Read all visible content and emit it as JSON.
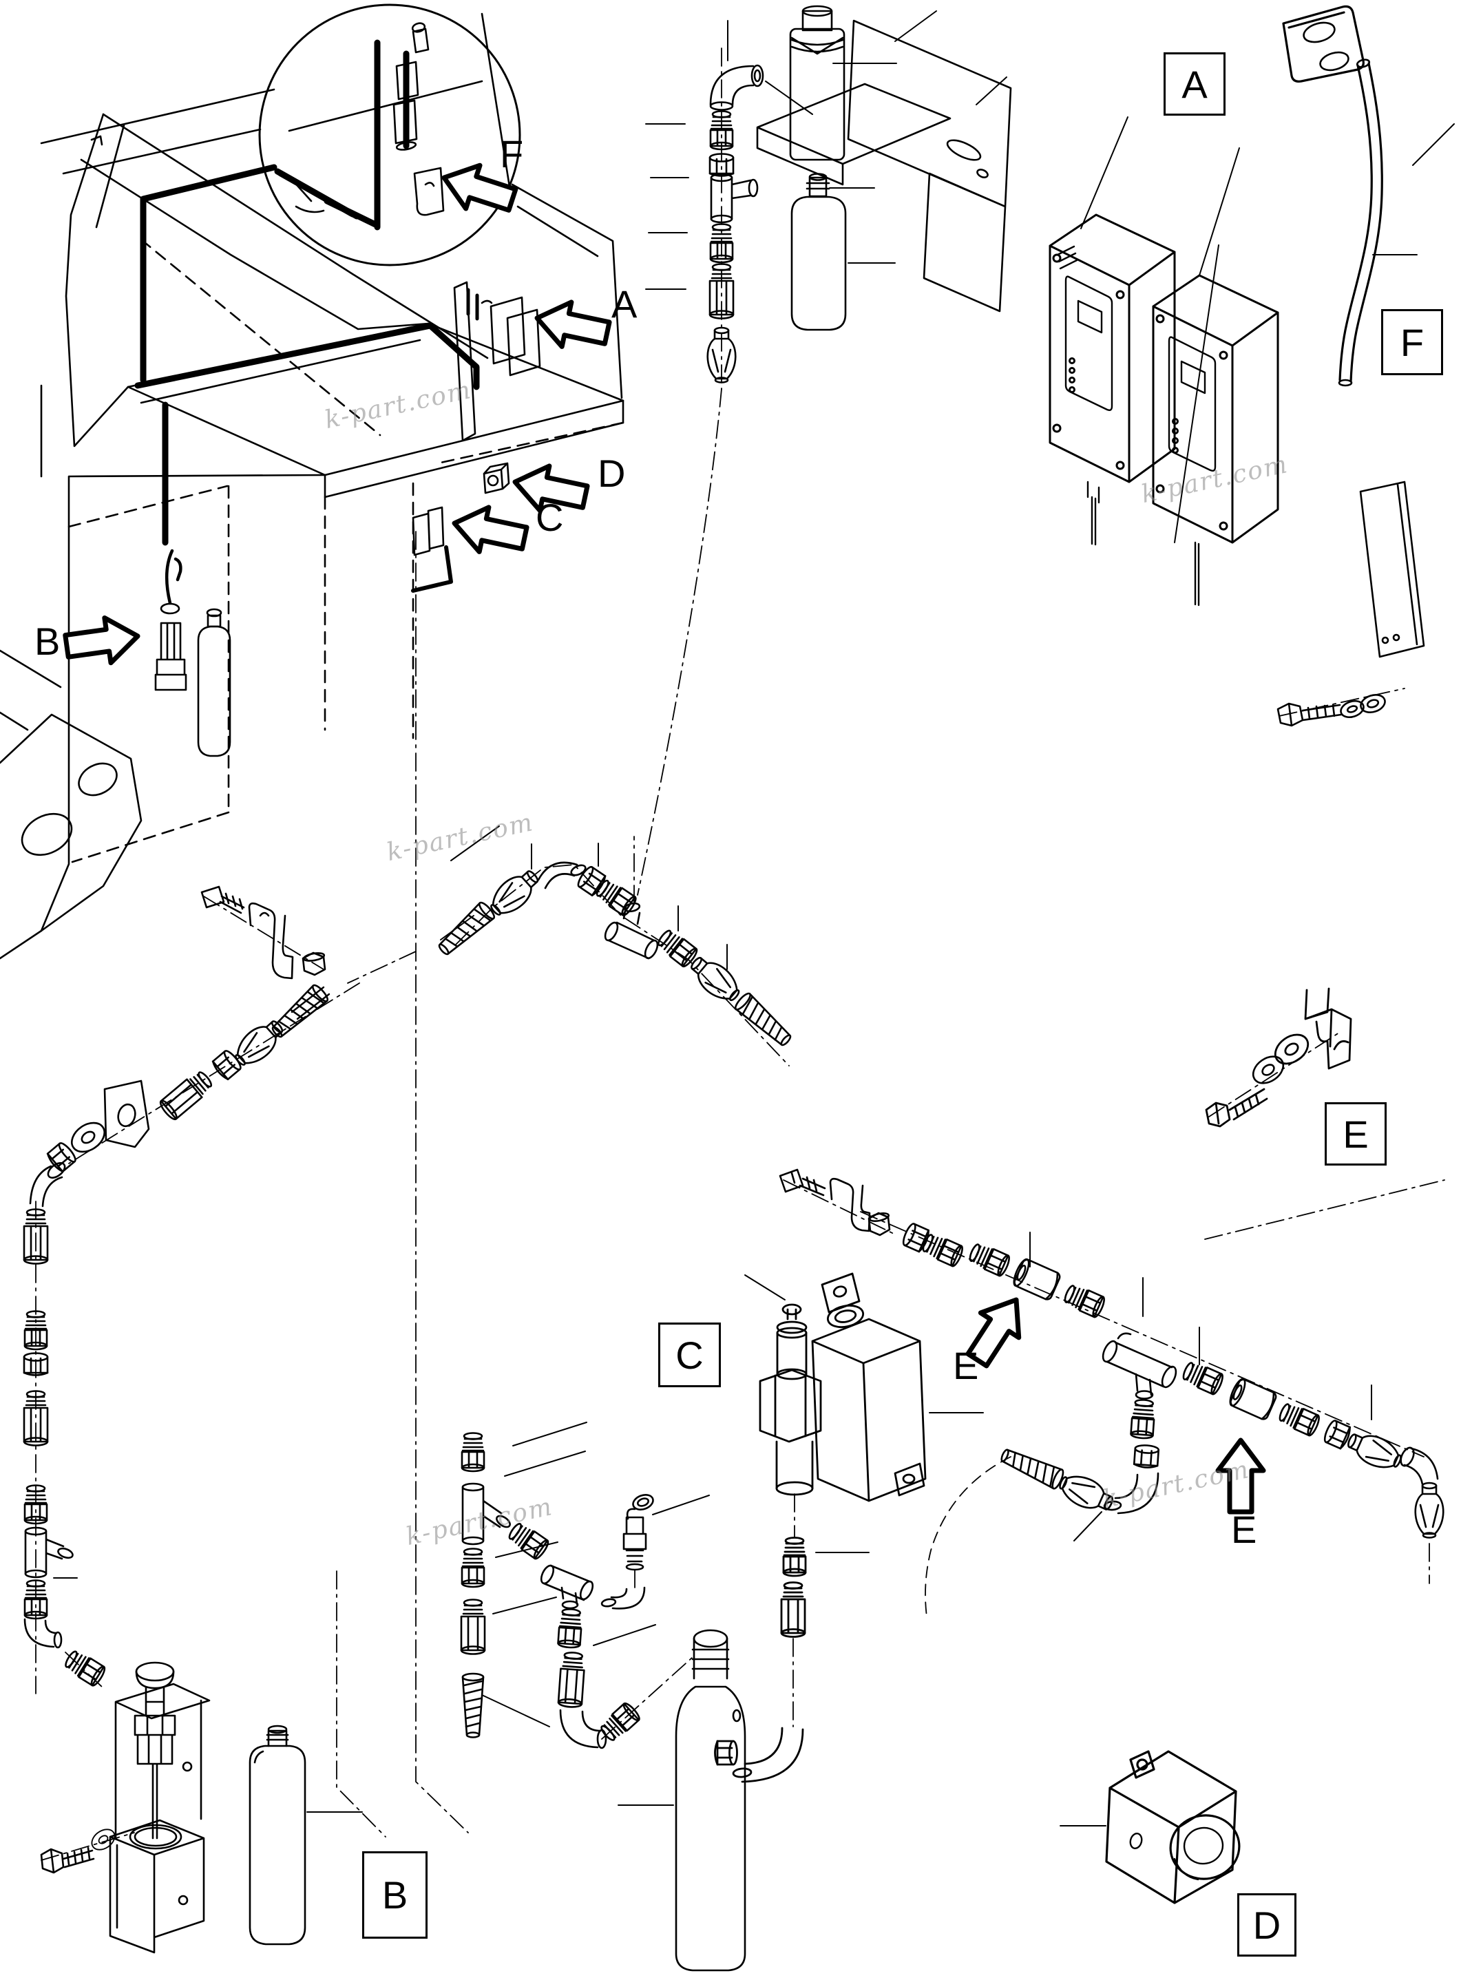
{
  "figure": {
    "background": "#ffffff",
    "line_color": "#000000",
    "watermark": {
      "text": "k-part.com",
      "color": "#878787"
    },
    "boxed_labels": {
      "a": "A",
      "b": "B",
      "c": "C",
      "d": "D",
      "e": "E",
      "f": "F"
    },
    "arrow_labels": {
      "a": "A",
      "b": "B",
      "c": "C",
      "d": "D",
      "e1": "E",
      "e2": "E",
      "f": "F"
    }
  }
}
